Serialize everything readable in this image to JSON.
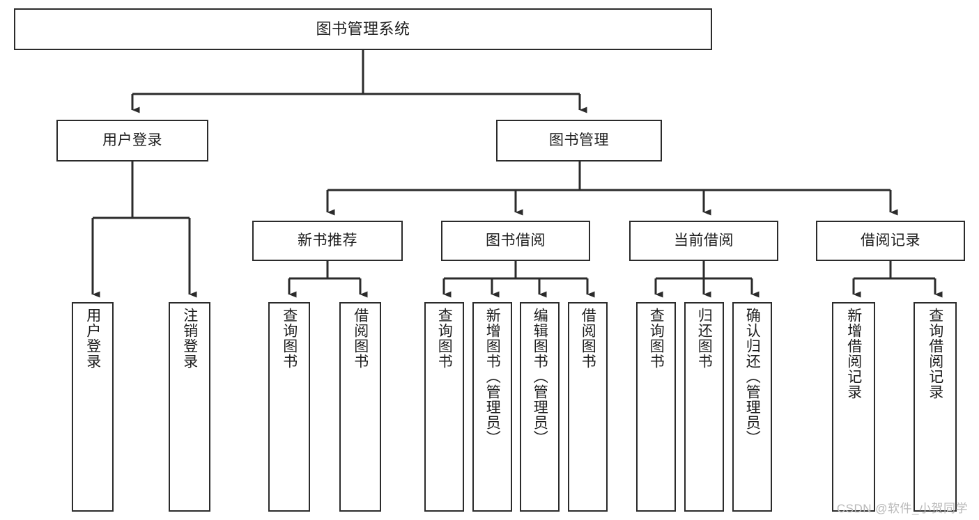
{
  "diagram": {
    "title": "图书管理系统",
    "watermark": "CSDN @软件_小贺同学",
    "colors": {
      "stroke": "#2b2b2b",
      "fill": "#ffffff",
      "text": "#1d1d1d",
      "watermark": "#b9b9b9"
    },
    "levels": {
      "level1": [
        {
          "id": "root",
          "label": "图书管理系统"
        }
      ],
      "level2": [
        {
          "id": "user-login",
          "label": "用户登录"
        },
        {
          "id": "book-manage",
          "label": "图书管理"
        }
      ],
      "level3": [
        {
          "id": "new-book-rec",
          "label": "新书推荐"
        },
        {
          "id": "book-borrow",
          "label": "图书借阅"
        },
        {
          "id": "current-borrow",
          "label": "当前借阅"
        },
        {
          "id": "borrow-record",
          "label": "借阅记录"
        }
      ],
      "level4": [
        {
          "id": "leaf-user-login",
          "label": "用户登录",
          "parent": "user-login"
        },
        {
          "id": "leaf-logout",
          "label": "注销登录",
          "parent": "user-login"
        },
        {
          "id": "leaf-query-book-1",
          "label": "查询图书",
          "parent": "new-book-rec"
        },
        {
          "id": "leaf-borrow-book-1",
          "label": "借阅图书",
          "parent": "new-book-rec"
        },
        {
          "id": "leaf-query-book-2",
          "label": "查询图书",
          "parent": "book-borrow"
        },
        {
          "id": "leaf-add-book",
          "label": "新增图书（管理员）",
          "parent": "book-borrow"
        },
        {
          "id": "leaf-edit-book",
          "label": "编辑图书（管理员）",
          "parent": "book-borrow"
        },
        {
          "id": "leaf-borrow-book-2",
          "label": "借阅图书",
          "parent": "book-borrow"
        },
        {
          "id": "leaf-query-book-3",
          "label": "查询图书",
          "parent": "current-borrow"
        },
        {
          "id": "leaf-return-book",
          "label": "归还图书",
          "parent": "current-borrow"
        },
        {
          "id": "leaf-confirm-return",
          "label": "确认归还（管理员）",
          "parent": "current-borrow"
        },
        {
          "id": "leaf-add-record",
          "label": "新增借阅记录",
          "parent": "borrow-record"
        },
        {
          "id": "leaf-query-record",
          "label": "查询借阅记录",
          "parent": "borrow-record"
        }
      ]
    }
  }
}
